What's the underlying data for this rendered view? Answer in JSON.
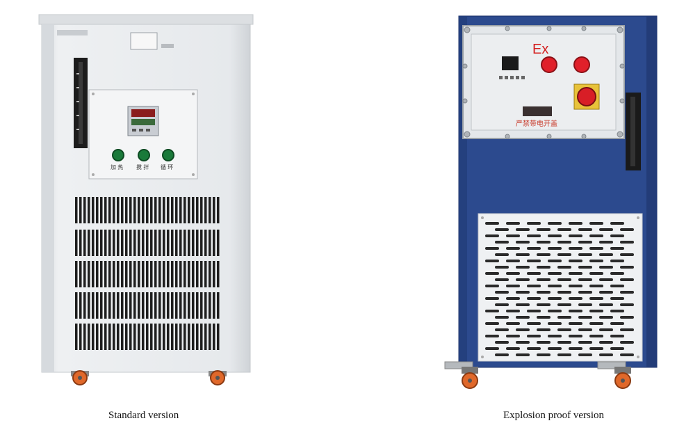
{
  "captions": {
    "standard": "Standard version",
    "explosion_proof": "Explosion proof version"
  },
  "standard_unit": {
    "button_labels": [
      "加 热",
      "搅 拌",
      "循 环"
    ]
  },
  "explosion_unit": {
    "ex_mark": "Ex",
    "warning_label": "严禁带电开盖"
  },
  "colors": {
    "standard_body": "#e9ecef",
    "explosion_body": "#2c4a8e",
    "green_button": "#1a7a3a",
    "red_button": "#e0202a",
    "caster_orange": "#e0682a"
  }
}
